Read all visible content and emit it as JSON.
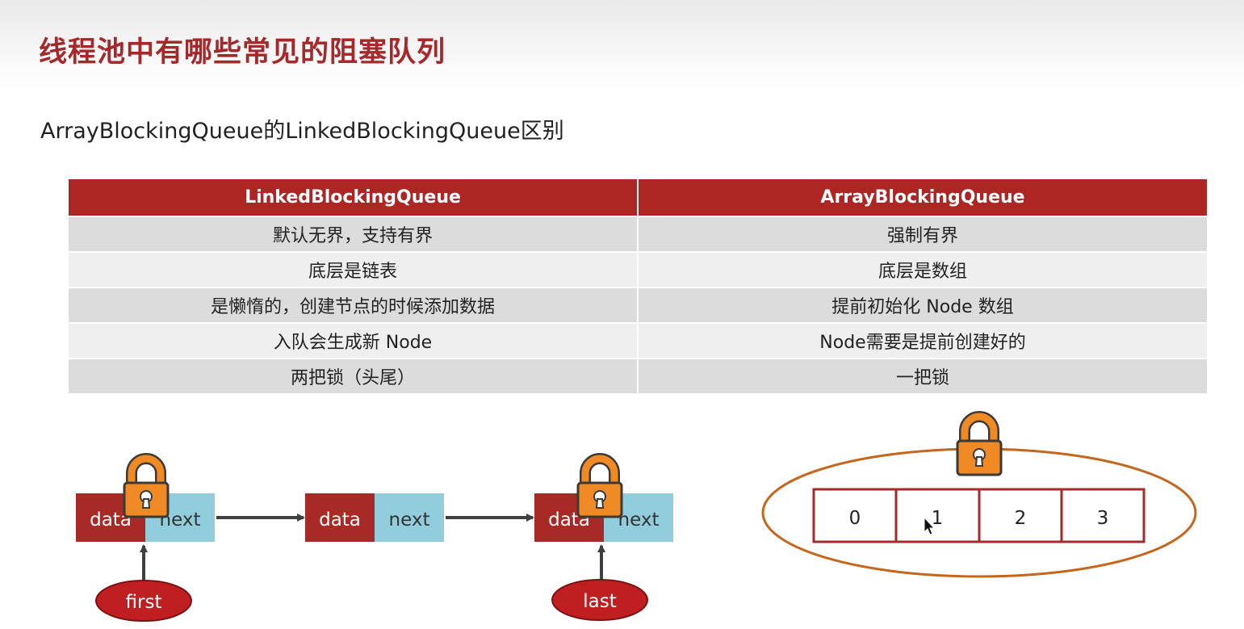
{
  "title": "线程池中有哪些常见的阻塞队列",
  "subtitle": "ArrayBlockingQueue的LinkedBlockingQueue区别",
  "table": {
    "headers": [
      "LinkedBlockingQueue",
      "ArrayBlockingQueue"
    ],
    "rows": [
      [
        "默认无界，支持有界",
        "强制有界"
      ],
      [
        "底层是链表",
        "底层是数组"
      ],
      [
        "是懒惰的，创建节点的时候添加数据",
        "提前初始化 Node 数组"
      ],
      [
        "入队会生成新 Node",
        "Node需要是提前创建好的"
      ],
      [
        "两把锁（头尾）",
        "一把锁"
      ]
    ]
  },
  "linked_diagram": {
    "node_data_label": "data",
    "node_next_label": "next",
    "first_label": "first",
    "last_label": "last"
  },
  "array_diagram": {
    "cells": [
      "0",
      "1",
      "2",
      "3"
    ]
  },
  "colors": {
    "title_red": "#a5282b",
    "header_red": "#ad2624",
    "data_cell": "#a82a27",
    "next_cell": "#92cddd",
    "lock_orange": "#f08a24",
    "ellipse_border": "#c5661c"
  }
}
